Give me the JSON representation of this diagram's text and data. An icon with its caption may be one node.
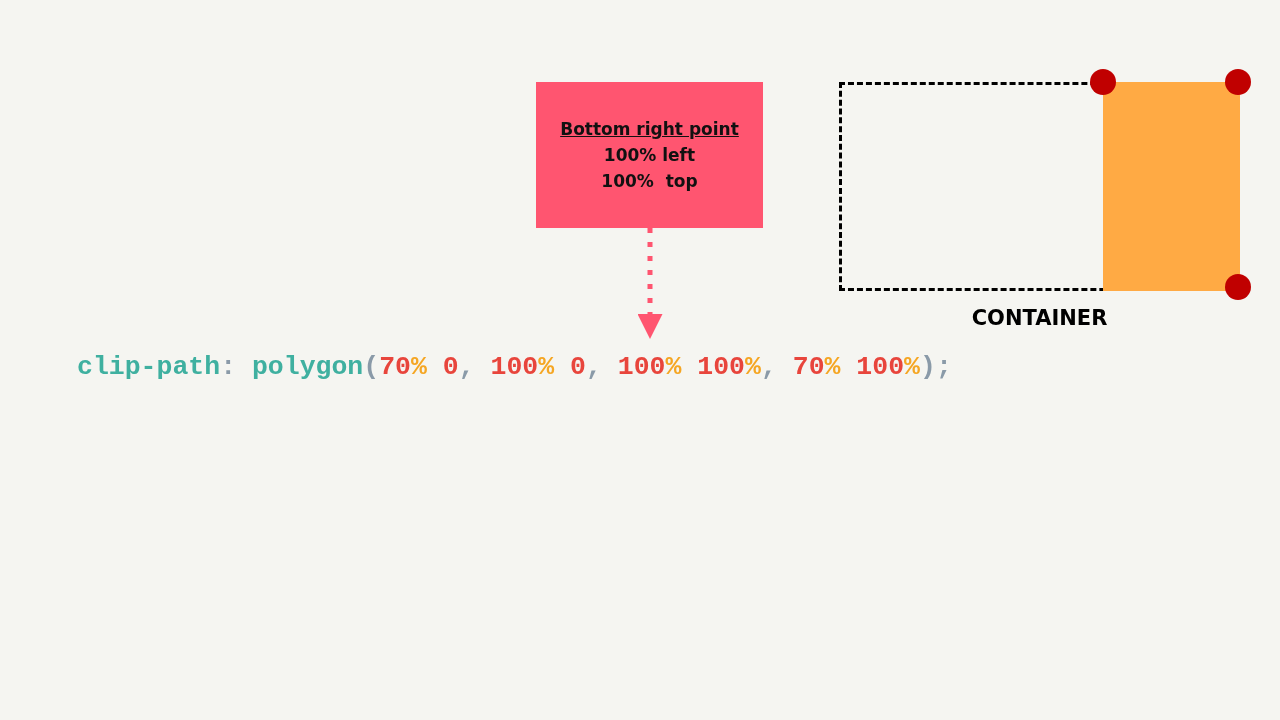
{
  "diagram": {
    "nodes": [
      {
        "text": [
          "Bottom right point",
          "100% left 100%  top"
        ]
      },
      {
        "text": [
          "clip-path: polygon(70% 0, 100% 0, 100% 100%, 70% 100%);"
        ]
      },
      {
        "text": [],
        "shape": "box",
        "beside": [
          "CONTAINER"
        ]
      },
      {
        "text": [],
        "shape": "box",
        "in": 2
      }
    ],
    "edges": [
      {
        "from": 0,
        "to": 1,
        "arrow": "to",
        "style": "dashed"
      }
    ]
  }
}
